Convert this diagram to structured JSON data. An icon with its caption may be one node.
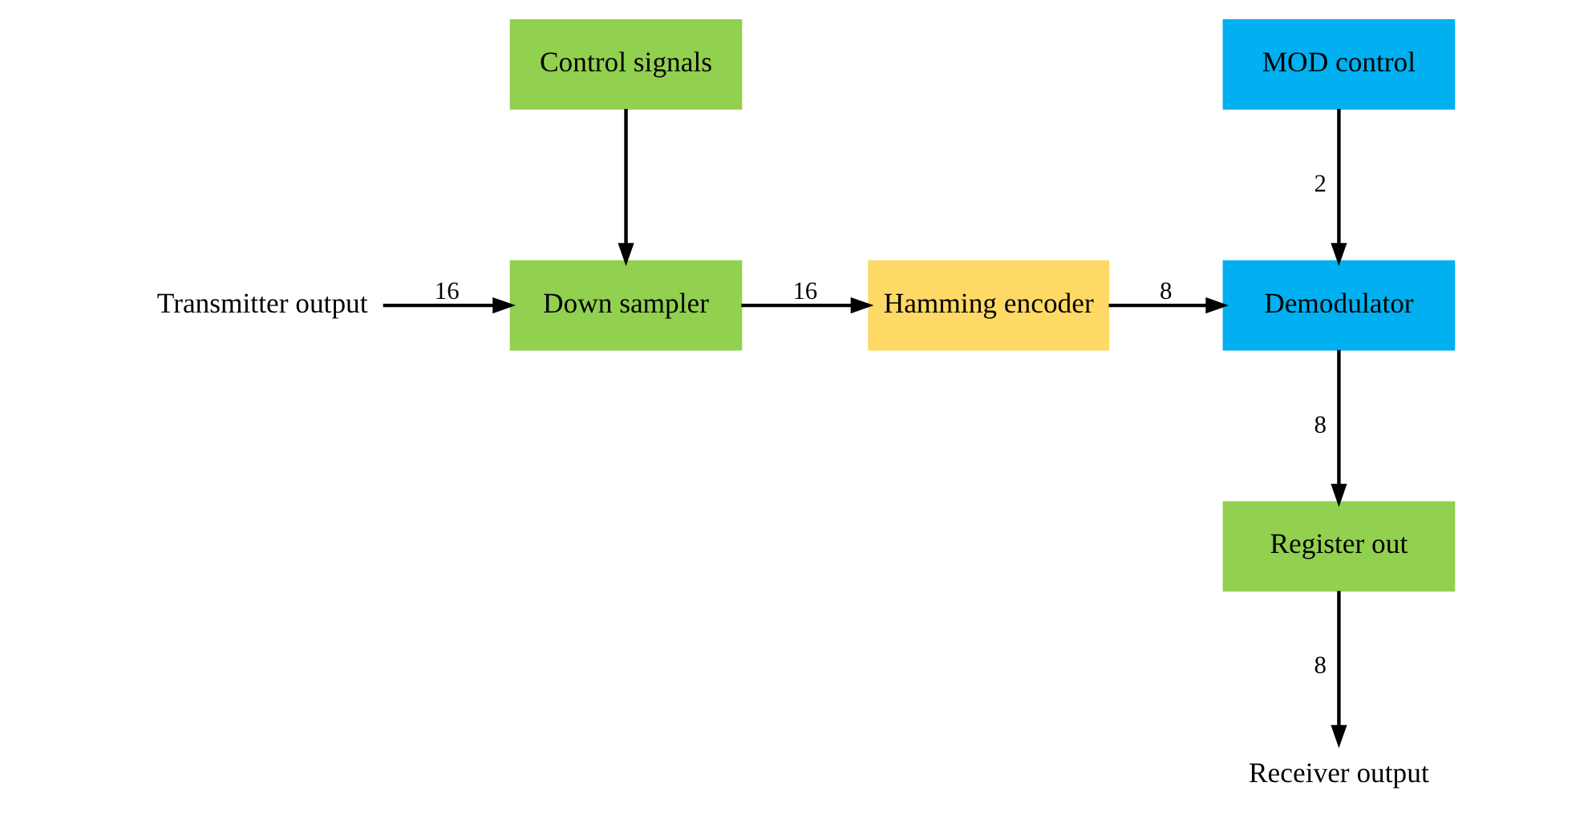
{
  "diagram": {
    "nodes": [
      {
        "text": [
          "Transmitter output"
        ]
      },
      {
        "text": [
          "Down sampler"
        ]
      },
      {
        "text": [
          "Control signals"
        ]
      },
      {
        "text": [
          "Hamming encoder"
        ]
      },
      {
        "text": [
          "MOD control"
        ]
      },
      {
        "text": [
          "Demodulator"
        ]
      },
      {
        "text": [
          "Register out"
        ]
      },
      {
        "text": [
          "Receiver output"
        ]
      }
    ],
    "edges": [
      {
        "from": 0,
        "to": 1,
        "arrow": "to",
        "label": "16"
      },
      {
        "from": 2,
        "to": 1,
        "arrow": "to"
      },
      {
        "from": 1,
        "to": 3,
        "arrow": "to",
        "label": "16"
      },
      {
        "from": 3,
        "to": 5,
        "arrow": "to",
        "label": "8"
      },
      {
        "from": 4,
        "to": 5,
        "arrow": "to",
        "label": "2"
      },
      {
        "from": 5,
        "to": 6,
        "arrow": "to",
        "label": "8"
      },
      {
        "from": 6,
        "to": 7,
        "arrow": "to",
        "label": "8"
      }
    ]
  }
}
